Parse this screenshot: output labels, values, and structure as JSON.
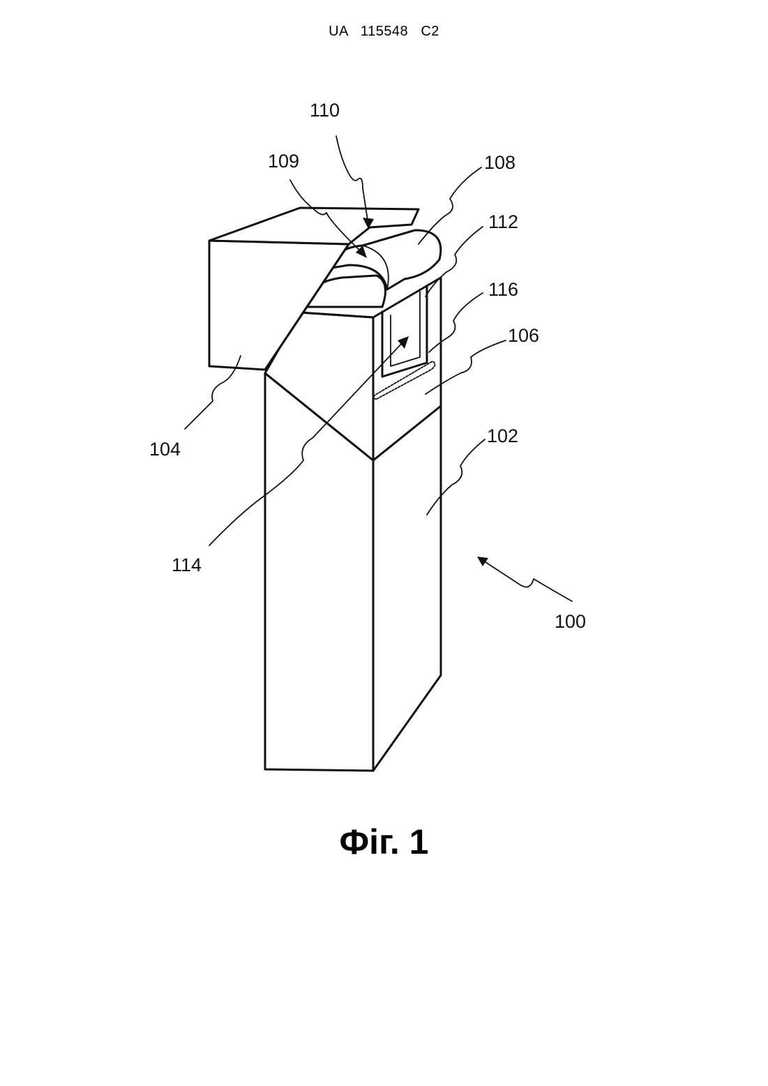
{
  "header": {
    "text": "UA   115548   C2"
  },
  "figure": {
    "caption": "Фіг. 1",
    "reference_numerals": [
      "110",
      "109",
      "108",
      "112",
      "116",
      "106",
      "104",
      "102",
      "114",
      "100"
    ]
  },
  "colors": {
    "line": "#111111",
    "background": "#ffffff"
  }
}
